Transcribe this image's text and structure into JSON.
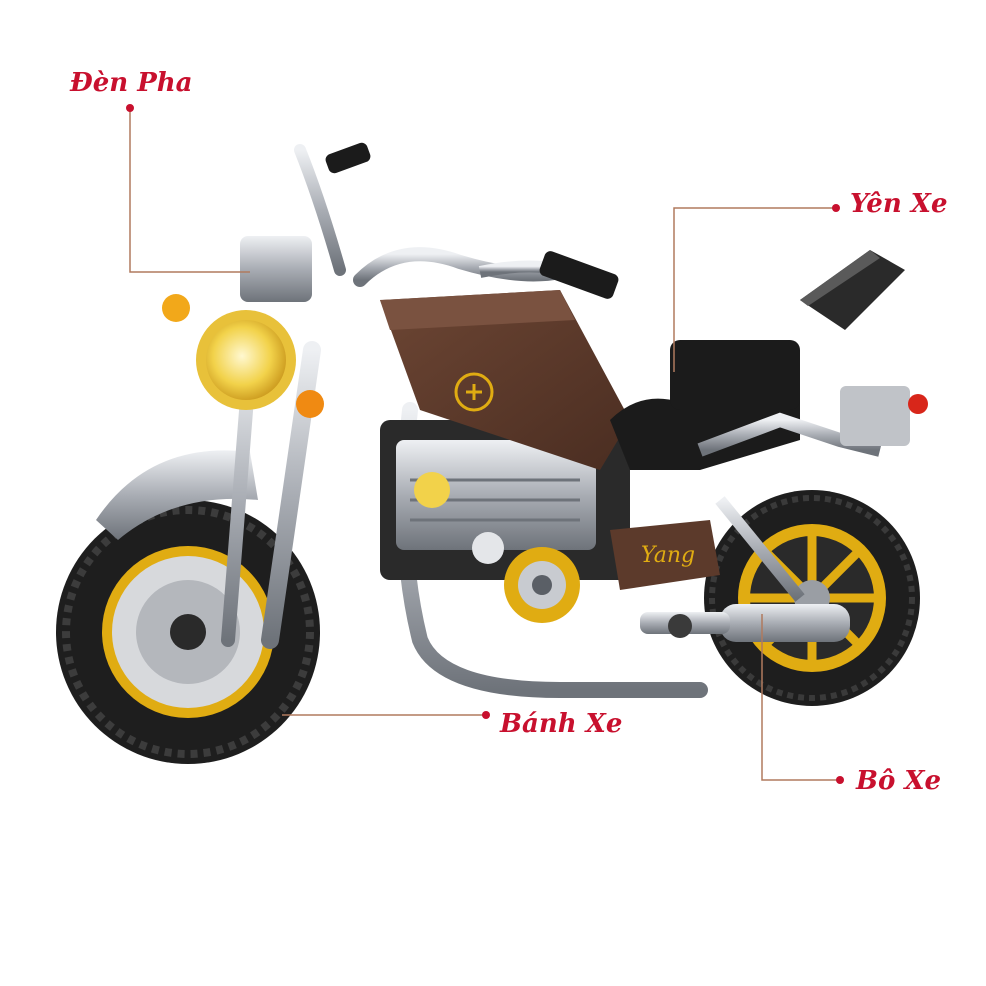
{
  "labels": {
    "headlight": "Đèn Pha",
    "seat": "Yên Xe",
    "wheel": "Bánh Xe",
    "exhaust": "Bô Xe"
  },
  "tank_decal": "Yang",
  "colors": {
    "label_text": "#c8102e",
    "leader_line": "#b07a5e",
    "tank_brown": "#5c3a2b",
    "tire_black": "#1e1e1e",
    "rim_gold": "#e0ac12",
    "chrome": "#b9bcc2",
    "body_black": "#1b1b1b",
    "headlight_yellow": "#f2d24a",
    "accent_orange": "#f08a12",
    "tail_red": "#d8261a"
  }
}
